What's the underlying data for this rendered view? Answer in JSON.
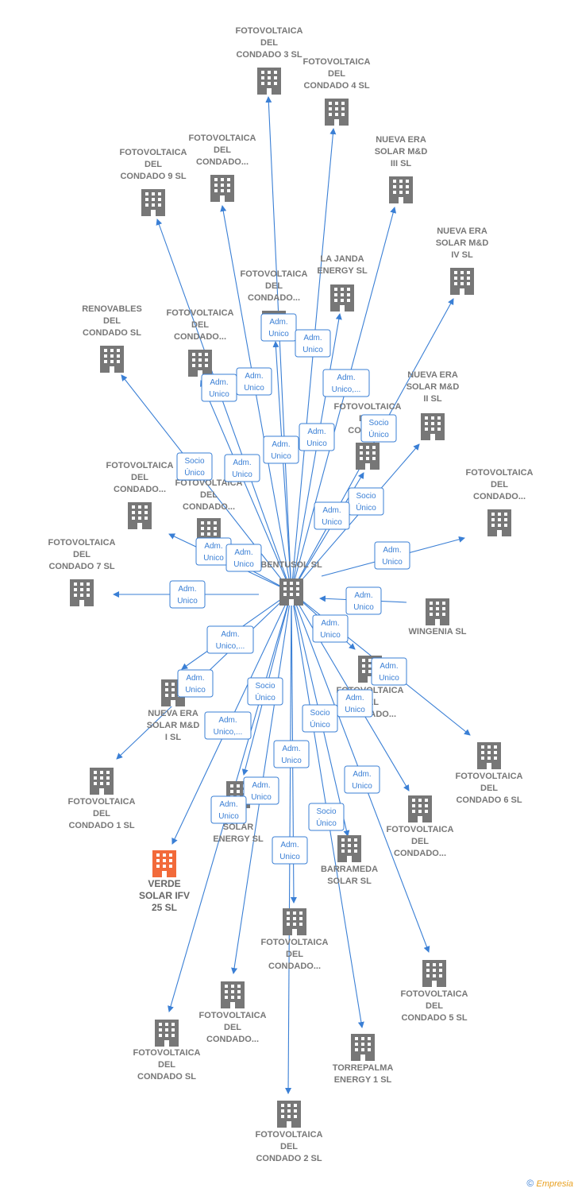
{
  "colors": {
    "edge": "#3a7fd5",
    "node": "#777777",
    "highlight": "#f26a3a"
  },
  "center": {
    "id": "bentusol",
    "label": [
      "BENTUSOL SL"
    ]
  },
  "nodes": [
    {
      "id": "n3",
      "label": [
        "FOTOVOLTAICA",
        "DEL",
        "CONDADO 3 SL"
      ],
      "icon": "building-icon"
    },
    {
      "id": "n4",
      "label": [
        "FOTOVOLTAICA",
        "DEL",
        "CONDADO 4 SL"
      ],
      "icon": "building-icon"
    },
    {
      "id": "n9",
      "label": [
        "FOTOVOLTAICA",
        "DEL",
        "CONDADO 9 SL"
      ],
      "icon": "building-icon"
    },
    {
      "id": "ndA",
      "label": [
        "FOTOVOLTAICA",
        "DEL",
        "CONDADO..."
      ],
      "icon": "building-icon"
    },
    {
      "id": "ne3",
      "label": [
        "NUEVA ERA",
        "SOLAR M&D",
        "III  SL"
      ],
      "icon": "building-icon"
    },
    {
      "id": "ne4",
      "label": [
        "NUEVA ERA",
        "SOLAR M&D",
        "IV  SL"
      ],
      "icon": "building-icon"
    },
    {
      "id": "lj",
      "label": [
        "LA JANDA",
        "ENERGY  SL"
      ],
      "icon": "building-icon"
    },
    {
      "id": "ndB",
      "label": [
        "FOTOVOLTAICA",
        "DEL",
        "CONDADO..."
      ],
      "icon": "building-icon"
    },
    {
      "id": "ren",
      "label": [
        "RENOVABLES",
        "DEL",
        "CONDADO SL"
      ],
      "icon": "building-icon"
    },
    {
      "id": "ndC",
      "label": [
        "FOTOVOLTAICA",
        "DEL",
        "CONDADO..."
      ],
      "icon": "building-icon"
    },
    {
      "id": "ne2",
      "label": [
        "NUEVA ERA",
        "SOLAR M&D",
        "II  SL"
      ],
      "icon": "building-icon"
    },
    {
      "id": "ndD",
      "label": [
        "FOTOVOLTAICA",
        "DEL",
        "CONDA..."
      ],
      "icon": "building-icon"
    },
    {
      "id": "ndE",
      "label": [
        "FOTOVOLTAICA",
        "DEL",
        "CONDADO..."
      ],
      "icon": "building-icon"
    },
    {
      "id": "ndF",
      "label": [
        "FOTOVOLTAICA",
        "DEL",
        "CONDADO..."
      ],
      "icon": "building-icon"
    },
    {
      "id": "ndG",
      "label": [
        "FOTOVOLTAICA",
        "DEL",
        "CONDADO..."
      ],
      "icon": "building-icon"
    },
    {
      "id": "n7",
      "label": [
        "FOTOVOLTAICA",
        "DEL",
        "CONDADO 7 SL"
      ],
      "icon": "building-icon"
    },
    {
      "id": "win",
      "label": [
        "WINGENIA SL"
      ],
      "icon": "building-icon"
    },
    {
      "id": "ndH",
      "label": [
        "FOTOVOLTAICA",
        "DEL",
        "CONDADO..."
      ],
      "icon": "building-icon"
    },
    {
      "id": "ne1",
      "label": [
        "NUEVA ERA",
        "SOLAR M&D",
        "I  SL"
      ],
      "icon": "building-icon"
    },
    {
      "id": "n6",
      "label": [
        "FOTOVOLTAICA",
        "DEL",
        "CONDADO 6 SL"
      ],
      "icon": "building-icon"
    },
    {
      "id": "n1",
      "label": [
        "FOTOVOLTAICA",
        "DEL",
        "CONDADO 1 SL"
      ],
      "icon": "building-icon"
    },
    {
      "id": "sol",
      "label": [
        "SOLAR",
        "ENERGY  SL"
      ],
      "icon": "building-icon"
    },
    {
      "id": "ndI",
      "label": [
        "FOTOVOLTAICA",
        "DEL",
        "CONDADO..."
      ],
      "icon": "building-icon"
    },
    {
      "id": "vs",
      "label": [
        "VERDE",
        "SOLAR IFV",
        "25  SL"
      ],
      "icon": "building-icon",
      "highlight": true
    },
    {
      "id": "bar",
      "label": [
        "BARRAMEDA",
        "SOLAR  SL"
      ],
      "icon": "building-icon"
    },
    {
      "id": "ndJ",
      "label": [
        "FOTOVOLTAICA",
        "DEL",
        "CONDADO..."
      ],
      "icon": "building-icon"
    },
    {
      "id": "n5",
      "label": [
        "FOTOVOLTAICA",
        "DEL",
        "CONDADO 5 SL"
      ],
      "icon": "building-icon"
    },
    {
      "id": "ndK",
      "label": [
        "FOTOVOLTAICA",
        "DEL",
        "CONDADO..."
      ],
      "icon": "building-icon"
    },
    {
      "id": "nsl",
      "label": [
        "FOTOVOLTAICA",
        "DEL",
        "CONDADO SL"
      ],
      "icon": "building-icon"
    },
    {
      "id": "tor",
      "label": [
        "TORREPALMA",
        "ENERGY 1  SL"
      ],
      "icon": "building-icon"
    },
    {
      "id": "n2",
      "label": [
        "FOTOVOLTAICA",
        "DEL",
        "CONDADO 2 SL"
      ],
      "icon": "building-icon"
    }
  ],
  "edges": [
    {
      "to": "n3",
      "badge": [
        "Adm.",
        "Unico"
      ]
    },
    {
      "to": "n4",
      "badge": [
        "Adm.",
        "Unico"
      ]
    },
    {
      "to": "n9",
      "badge": [
        "Adm.",
        "Unico"
      ]
    },
    {
      "to": "ndA",
      "badge": [
        "Adm.",
        "Unico"
      ]
    },
    {
      "to": "ne3",
      "badge": [
        "Adm.",
        "Unico,..."
      ]
    },
    {
      "to": "ne4",
      "badge": [
        "Socio",
        "Único"
      ]
    },
    {
      "to": "lj",
      "badge": [
        "Adm.",
        "Unico"
      ]
    },
    {
      "to": "ndB",
      "badge": [
        "Adm.",
        "Unico"
      ]
    },
    {
      "to": "ren",
      "badge": [
        "Socio",
        "Único"
      ]
    },
    {
      "to": "ndC",
      "badge": [
        "Adm.",
        "Unico"
      ]
    },
    {
      "to": "ne2",
      "badge": [
        "Socio",
        "Único"
      ]
    },
    {
      "to": "ndD",
      "badge": [
        "Adm.",
        "Unico"
      ]
    },
    {
      "to": "ndE",
      "badge": [
        "Adm.",
        "Unico"
      ]
    },
    {
      "to": "ndF",
      "badge": [
        "Adm.",
        "Unico"
      ]
    },
    {
      "to": "ndG",
      "badge": [
        "Adm.",
        "Unico"
      ]
    },
    {
      "to": "n7",
      "badge": [
        "Adm.",
        "Unico"
      ]
    },
    {
      "to": "win",
      "badge": [
        "Adm.",
        "Unico"
      ]
    },
    {
      "to": "ndH",
      "badge": [
        "Adm.",
        "Unico"
      ]
    },
    {
      "to": "ne1",
      "badge": [
        "Adm.",
        "Unico,..."
      ]
    },
    {
      "to": "n6",
      "badge": [
        "Adm.",
        "Unico"
      ]
    },
    {
      "to": "n1",
      "badge": [
        "Adm.",
        "Unico"
      ]
    },
    {
      "to": "sol",
      "badge": [
        "Socio",
        "Único"
      ]
    },
    {
      "to": "ndI",
      "badge": [
        "Adm.",
        "Unico"
      ]
    },
    {
      "to": "vs",
      "badge": [
        "Adm.",
        "Unico,..."
      ]
    },
    {
      "to": "bar",
      "badge": [
        "Socio",
        "Único"
      ]
    },
    {
      "to": "ndJ",
      "badge": [
        "Adm.",
        "Unico"
      ]
    },
    {
      "to": "n5",
      "badge": [
        "Adm.",
        "Unico"
      ]
    },
    {
      "to": "ndK",
      "badge": [
        "Adm.",
        "Unico"
      ]
    },
    {
      "to": "nsl",
      "badge": [
        "Adm.",
        "Unico"
      ]
    },
    {
      "to": "tor",
      "badge": [
        "Socio",
        "Único"
      ]
    },
    {
      "to": "n2",
      "badge": [
        "Adm.",
        "Unico"
      ]
    }
  ],
  "footer": {
    "copyright_symbol": "©",
    "brand": "Empresia"
  }
}
